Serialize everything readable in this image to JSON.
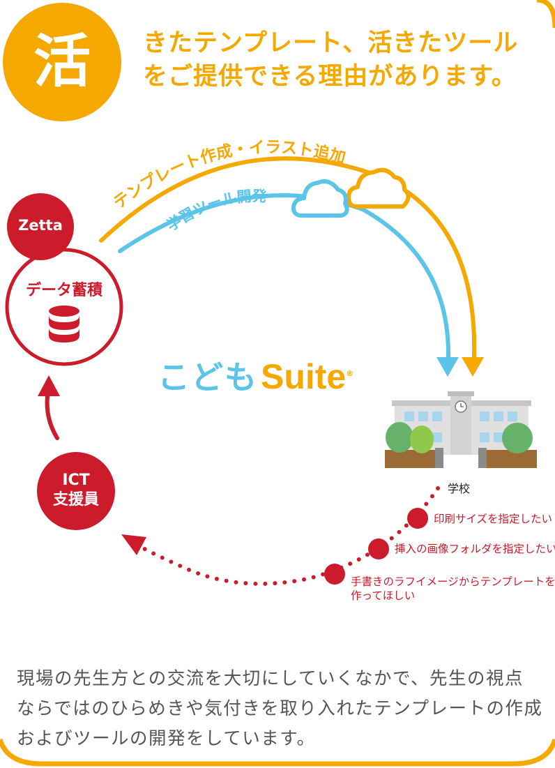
{
  "header": {
    "kanji": "活",
    "line1": "きたテンプレート、活きたツール",
    "line2": "をご提供できる理由があります。"
  },
  "flow": {
    "orange_label": "テンプレート作成・イラスト追加",
    "blue_label": "学習ツール開発"
  },
  "nodes": {
    "zetta": "Zetta",
    "data_storage": "データ蓄積",
    "ict_line1": "ICT",
    "ict_line2": "支援員",
    "school": "学校"
  },
  "logo": {
    "part1": "こども",
    "part2": "Suite",
    "mark": "®"
  },
  "requests": [
    "印刷サイズを指定したい",
    "挿入の画像フォルダを指定したい",
    "手書きのラフイメージからテンプレートを",
    "作ってほしい"
  ],
  "caption": {
    "line1": "現場の先生方との交流を大切にしていくなかで、先生の視点",
    "line2": "ならではのひらめきや気付きを取り入れたテンプレートの作成",
    "line3": "およびツールの開発をしています。"
  },
  "colors": {
    "orange": "#f5a800",
    "blue": "#5bc4e8",
    "red": "#cc1b2a",
    "gray_text": "#555555"
  }
}
